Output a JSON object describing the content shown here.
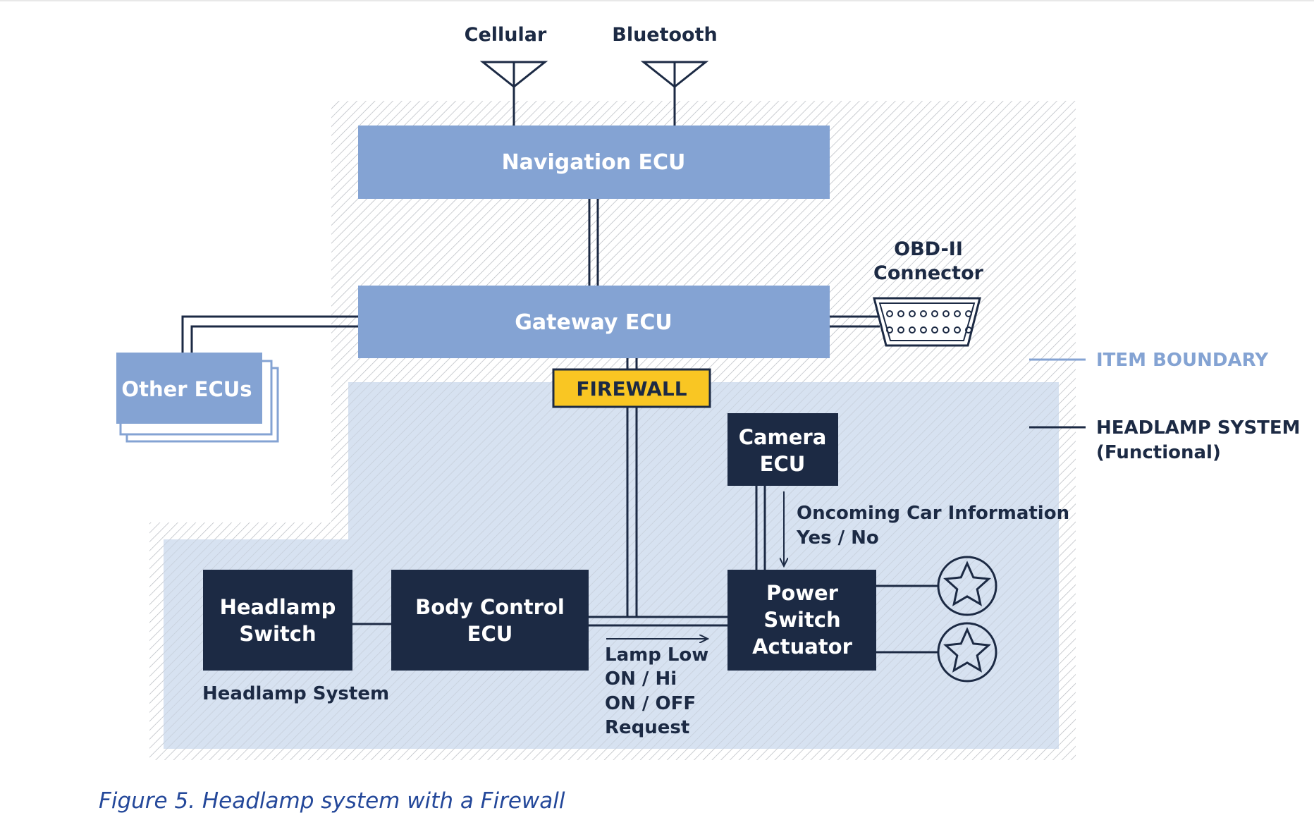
{
  "antennas": {
    "cellular": "Cellular",
    "bluetooth": "Bluetooth"
  },
  "blocks": {
    "navigation_ecu": "Navigation ECU",
    "gateway_ecu": "Gateway ECU",
    "other_ecus": "Other ECUs",
    "firewall": "FIREWALL",
    "camera_ecu": [
      "Camera",
      "ECU"
    ],
    "headlamp_switch": [
      "Headlamp",
      "Switch"
    ],
    "body_control_ecu": [
      "Body Control",
      "ECU"
    ],
    "power_switch_actuator": [
      "Power",
      "Switch",
      "Actuator"
    ]
  },
  "labels": {
    "obd_connector": [
      "OBD-II",
      "Connector"
    ],
    "oncoming_info": [
      "Oncoming Car Information",
      "Yes / No"
    ],
    "lamp_request": [
      "Lamp Low",
      "ON / Hi",
      "ON / OFF",
      "Request"
    ],
    "headlamp_system": "Headlamp System"
  },
  "legend": {
    "item_boundary": "ITEM BOUNDARY",
    "headlamp_system_functional": [
      "HEADLAMP SYSTEM",
      "(Functional)"
    ]
  },
  "colors": {
    "light_block": "#84a3d3",
    "dark_block": "#1c2a44",
    "firewall": "#f9c623",
    "functional_area": "#d4e0f0",
    "legend_boundary": "#84a3d3",
    "caption": "#24489a"
  },
  "caption": "Figure 5. Headlamp system with a Firewall"
}
